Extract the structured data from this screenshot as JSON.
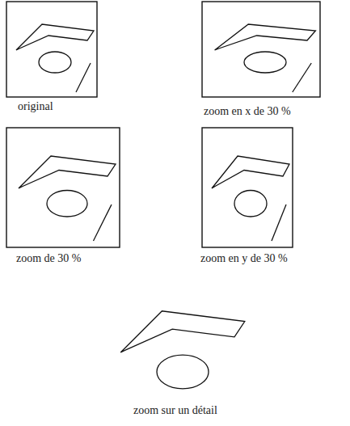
{
  "diagram": {
    "labels": [
      "original",
      "zoom en x de 30 %",
      "zoom de 30 %",
      "zoom en y de 30 %",
      "zoom sur un détail"
    ]
  }
}
